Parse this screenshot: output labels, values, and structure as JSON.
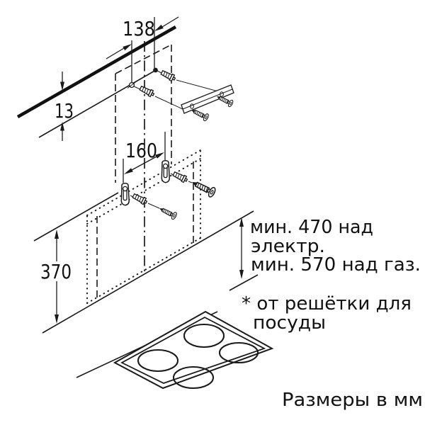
{
  "drawing": {
    "ink_color": "#1a1a1a",
    "background_color": "#ffffff",
    "dimensions": {
      "top_hole_spacing": "138",
      "ceiling_offset": "13",
      "bracket_spacing": "160",
      "mount_height": "370"
    },
    "clearance_note": {
      "line1": "мин. 470 над",
      "line2": "электр.",
      "line3": "мин. 570 над газ."
    },
    "footnote": {
      "line1": "* от решётки для",
      "line2": "посуды"
    },
    "units_note": "Размеры в мм"
  }
}
